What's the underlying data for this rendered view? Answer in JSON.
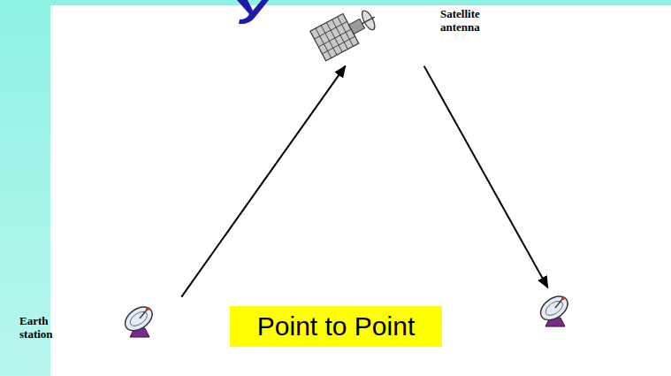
{
  "diagram": {
    "nodes": [
      {
        "text": [
          "Satellite antenna"
        ]
      },
      {
        "text": [
          "Earth station"
        ]
      },
      {
        "text": [
          "Point to Point"
        ]
      },
      {
        "text": []
      }
    ],
    "edges": [
      {
        "from": 1,
        "to": 0,
        "arrow": "to"
      },
      {
        "from": 0,
        "to": 3,
        "arrow": "to"
      }
    ]
  }
}
